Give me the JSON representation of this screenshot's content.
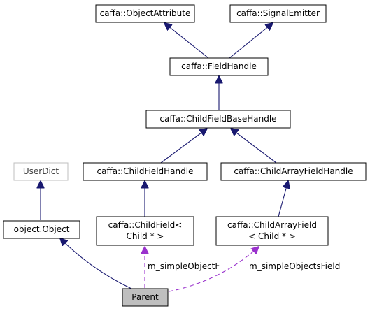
{
  "diagram": {
    "nodes": {
      "object_attribute": "caffa::ObjectAttribute",
      "signal_emitter": "caffa::SignalEmitter",
      "field_handle": "caffa::FieldHandle",
      "child_field_base_handle": "caffa::ChildFieldBaseHandle",
      "user_dict": "UserDict",
      "child_field_handle": "caffa::ChildFieldHandle",
      "child_array_field_handle": "caffa::ChildArrayFieldHandle",
      "object_object": "object.Object",
      "child_field_line1": "caffa::ChildField<",
      "child_field_line2": "Child * >",
      "child_array_field_line1": "caffa::ChildArrayField",
      "child_array_field_line2": "< Child * >",
      "parent": "Parent"
    },
    "edge_labels": {
      "simple_object": "m_simpleObjectF",
      "simple_objects": "m_simpleObjectsField"
    },
    "colors": {
      "inheritance": "#191970",
      "usage": "#9a32cd",
      "selected_fill": "#bfbfbf",
      "external_border": "#bfbfbf"
    }
  }
}
